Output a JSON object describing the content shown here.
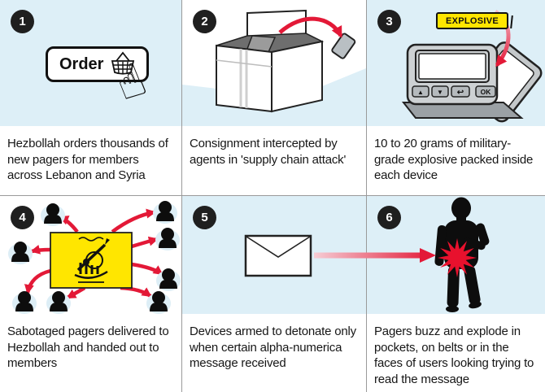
{
  "colors": {
    "panel_blue": "#ddeff7",
    "accent_red": "#e31937",
    "explosion_red": "#e8112d",
    "flag_yellow": "#ffe600",
    "badge_black": "#1f1f1f",
    "divider_gray": "#9a9a9a",
    "silhouette_black": "#0d0d0d"
  },
  "icons": {
    "hand_cursor": "☝",
    "basket": "basket-icon (svg)",
    "shipping_box": "shipping-box-icon (svg)",
    "pager": "pager-icon (svg)",
    "hezbollah_flag": "hezbollah-flag (svg)",
    "member_head": "member-head-icon (svg)",
    "envelope": "envelope-icon (svg)",
    "person": "person-silhouette (svg)",
    "explosion_star": "explosion-star-icon (svg)"
  },
  "panels": [
    {
      "number": "1",
      "button_label": "Order",
      "caption": "Hezbollah orders thousands of new pagers for members across Lebanon and Syria"
    },
    {
      "number": "2",
      "caption": "Consignment intercepted by agents in 'supply chain attack'"
    },
    {
      "number": "3",
      "tag_label": "EXPLOSIVE",
      "pager": {
        "up_icon": "▲",
        "down_icon": "▼",
        "back_icon": "↩",
        "ok_label": "OK"
      },
      "caption": "10 to 20 grams of military-grade explosive packed inside each device"
    },
    {
      "number": "4",
      "caption": "Sabotaged pagers delivered to Hezbollah and handed out to members"
    },
    {
      "number": "5",
      "caption": "Devices armed to detonate only when certain alpha-numerica message received"
    },
    {
      "number": "6",
      "caption": "Pagers buzz and explode in pockets, on belts or in the faces of users looking trying to read the message"
    }
  ]
}
